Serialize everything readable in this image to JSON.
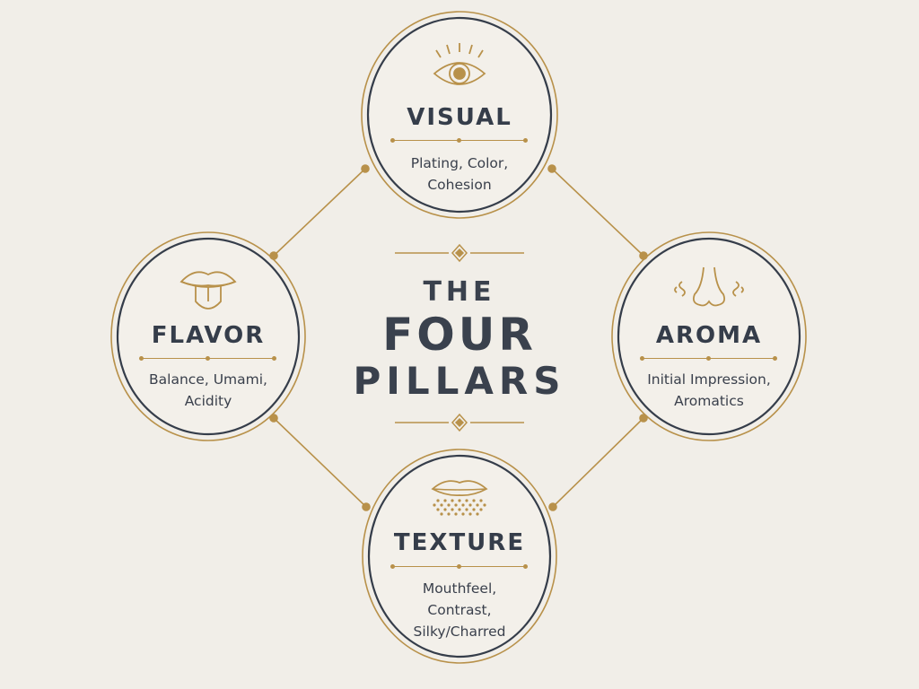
{
  "heading": {
    "line1": "THE",
    "line2": "FOUR",
    "line3": "PILLARS"
  },
  "pillars": {
    "visual": {
      "title": "VISUAL",
      "description": "Plating, Color,\nCohesion",
      "icon": "eye-icon"
    },
    "flavor": {
      "title": "FLAVOR",
      "description": "Balance, Umami,\nAcidity",
      "icon": "tongue-icon"
    },
    "aroma": {
      "title": "AROMA",
      "description": "Initial Impression,\nAromatics",
      "icon": "nose-icon"
    },
    "texture": {
      "title": "TEXTURE",
      "description": "Mouthfeel,\nContrast,\nSilky/Charred",
      "icon": "lips-texture-icon"
    }
  },
  "colors": {
    "background": "#f1eee8",
    "ink": "#353d4a",
    "gold": "#b8914a"
  }
}
